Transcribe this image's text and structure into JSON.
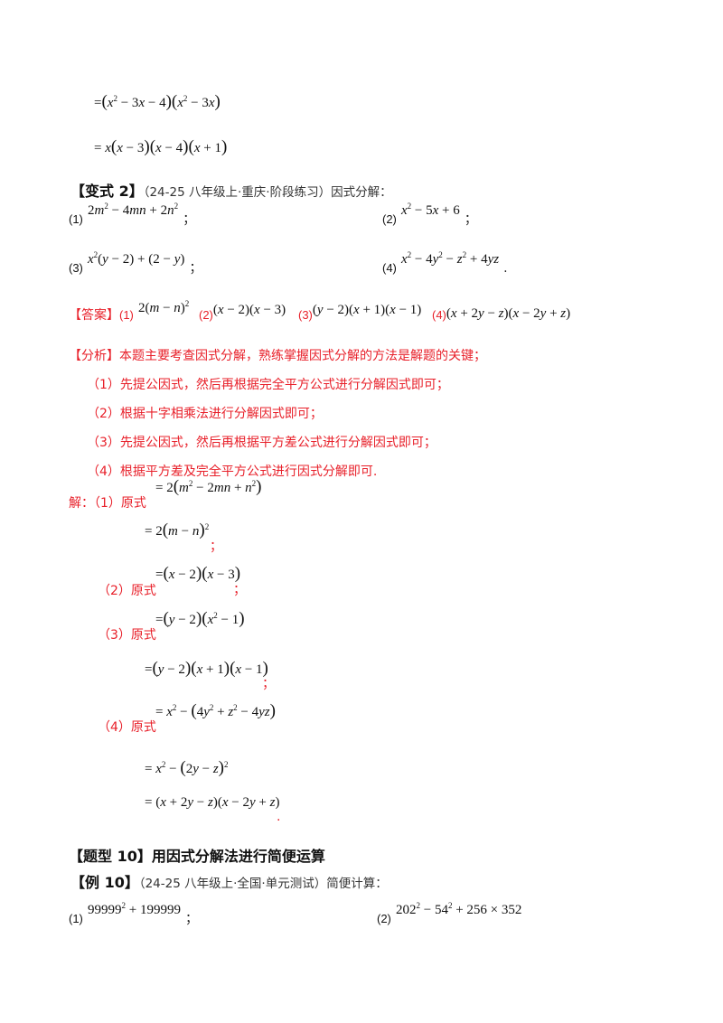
{
  "prev_solution": {
    "line1": "=(x² − 3x − 4)(x² − 3x)",
    "line2": "= x(x − 3)(x − 4)(x + 1)"
  },
  "variant2": {
    "heading": "【变式 2】",
    "source": "（24-25 八年级上·重庆·阶段练习）因式分解：",
    "problems": [
      {
        "label": "(1)",
        "expr": "2m² − 4mn + 2n²",
        "end": "；"
      },
      {
        "label": "(2)",
        "expr": "x² − 5x + 6",
        "end": "；"
      },
      {
        "label": "(3)",
        "expr": "x²(y − 2) + (2 − y)",
        "end": "；"
      },
      {
        "label": "(4)",
        "expr": "x² − 4y² − z² + 4yz",
        "end": "."
      }
    ]
  },
  "answer": {
    "heading": "【答案】",
    "items": [
      {
        "label": "(1)",
        "expr": "2(m − n)²"
      },
      {
        "label": "(2)",
        "expr": "(x − 2)(x − 3)"
      },
      {
        "label": "(3)",
        "expr": "(y − 2)(x + 1)(x − 1)"
      },
      {
        "label": "(4)",
        "expr": "(x + 2y − z)(x − 2y + z)"
      }
    ]
  },
  "analysis": {
    "heading": "【分析】",
    "intro": "本题主要考查因式分解，熟练掌握因式分解的方法是解题的关键；",
    "points": [
      "（1）先提公因式，然后再根据完全平方公式进行分解因式即可；",
      "（2）根据十字相乘法进行分解因式即可；",
      "（3）先提公因式，然后再根据平方差公式进行分解因式即可；",
      "（4）根据平方差及完全平方公式进行因式分解即可."
    ]
  },
  "solution": {
    "prefix": "解：",
    "steps": [
      {
        "label": "（1）原式",
        "lines": [
          "= 2(m² − 2mn + n²)",
          "= 2(m − n)²"
        ],
        "end": "；"
      },
      {
        "label": "（2）原式",
        "lines": [
          "=(x − 2)(x − 3)"
        ],
        "end": "；"
      },
      {
        "label": "（3）原式",
        "lines": [
          "=(y − 2)(x² − 1)",
          "=(y − 2)(x + 1)(x − 1)"
        ],
        "end": "；"
      },
      {
        "label": "（4）原式",
        "lines": [
          "= x² − (4y² + z² − 4yz)",
          "= x² − (2y − z)²",
          "= (x + 2y − z)(x − 2y + z)"
        ],
        "end": "."
      }
    ]
  },
  "type10": {
    "heading": "【题型 10】用因式分解法进行简便运算"
  },
  "example10": {
    "heading": "【例 10】",
    "source": "（24-25 八年级上·全国·单元测试）简便计算：",
    "problems": [
      {
        "label": "(1)",
        "expr": "99999² + 199999",
        "end": "；"
      },
      {
        "label": "(2)",
        "expr": "202² − 54² + 256 × 352",
        "end": ""
      }
    ]
  },
  "colors": {
    "accent_red": "#e8202a",
    "text": "#111111"
  }
}
